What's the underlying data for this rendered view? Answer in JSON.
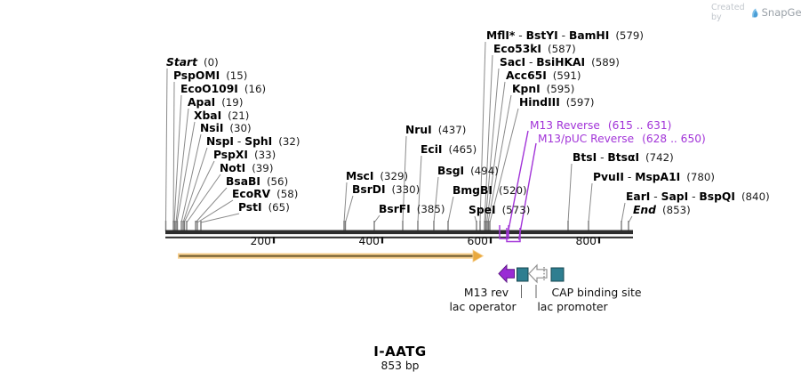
{
  "watermark": {
    "created_by": "Created by",
    "brand": "SnapGene"
  },
  "map": {
    "sites": [
      {
        "name": "Start",
        "pos": "(0)"
      },
      {
        "name": "PspOMI",
        "pos": "(15)"
      },
      {
        "name": "EcoO109I",
        "pos": "(16)"
      },
      {
        "name": "ApaI",
        "pos": "(19)"
      },
      {
        "name": "XbaI",
        "pos": "(21)"
      },
      {
        "name": "NsiI",
        "pos": "(30)"
      },
      {
        "name": "NspI - SphI",
        "pos": "(32)"
      },
      {
        "name": "PspXI",
        "pos": "(33)"
      },
      {
        "name": "NotI",
        "pos": "(39)"
      },
      {
        "name": "BsaBI",
        "pos": "(56)"
      },
      {
        "name": "EcoRV",
        "pos": "(58)"
      },
      {
        "name": "PstI",
        "pos": "(65)"
      },
      {
        "name": "MscI",
        "pos": "(329)"
      },
      {
        "name": "BsrDI",
        "pos": "(330)"
      },
      {
        "name": "BsrFI",
        "pos": "(385)"
      },
      {
        "name": "NruI",
        "pos": "(437)"
      },
      {
        "name": "EciI",
        "pos": "(465)"
      },
      {
        "name": "BsgI",
        "pos": "(494)"
      },
      {
        "name": "BmgBI",
        "pos": "(520)"
      },
      {
        "name": "SpeI",
        "pos": "(573)"
      },
      {
        "name": "MflI* - BstYI - BamHI",
        "pos": "(579)"
      },
      {
        "name": "Eco53kI",
        "pos": "(587)"
      },
      {
        "name": "SacI - BsiHKAI",
        "pos": "(589)"
      },
      {
        "name": "Acc65I",
        "pos": "(591)"
      },
      {
        "name": "KpnI",
        "pos": "(595)"
      },
      {
        "name": "HindIII",
        "pos": "(597)"
      },
      {
        "name": "BtsI - BtsαI",
        "pos": "(742)"
      },
      {
        "name": "PvuII - MspA1I",
        "pos": "(780)"
      },
      {
        "name": "EarI - SapI - BspQI",
        "pos": "(840)"
      },
      {
        "name": "End",
        "pos": "(853)"
      }
    ],
    "primers": [
      {
        "name": "M13 Reverse",
        "range": "(615 .. 631)"
      },
      {
        "name": "M13/pUC Reverse",
        "range": "(628 .. 650)"
      }
    ],
    "ruler_labels": [
      "200",
      "400",
      "600",
      "800"
    ],
    "features": [
      {
        "label": "M13 rev",
        "shape": "purple-arrow-left"
      },
      {
        "label": "lac operator",
        "shape": "teal-box"
      },
      {
        "label": "lac promoter",
        "shape": "white-arrow-left"
      },
      {
        "label": "CAP binding site",
        "shape": "teal-box"
      }
    ]
  },
  "footer": {
    "title": "I-AATG",
    "length": "853 bp"
  },
  "colors": {
    "primer_purple": "#a234d8",
    "feature_purple": "#9a2bd5",
    "teal": "#2e7e90",
    "arrow_orange": "#e9a93f",
    "arrow_light": "#f7cf8e",
    "bar_dark": "#2d2d2d",
    "leader_gray": "#8a8a8a"
  }
}
